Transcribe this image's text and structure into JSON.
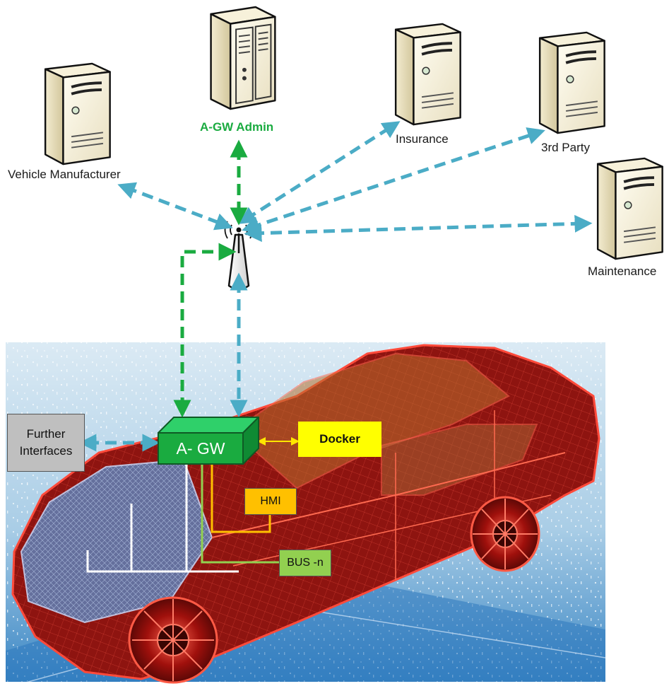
{
  "servers": {
    "vehicle_manufacturer": "Vehicle Manufacturer",
    "agw_admin": "A-GW Admin",
    "insurance": "Insurance",
    "third_party": "3rd Party",
    "maintenance": "Maintenance"
  },
  "vehicle": {
    "gateway_label": "A- GW",
    "docker_label": "Docker",
    "hmi_label": "HMI",
    "bus_label": "BUS -n",
    "further_interfaces_label": "Further Interfaces"
  },
  "colors": {
    "cloud_link": "#4bacc6",
    "admin_link": "#1aab40",
    "gateway": "#1aab40",
    "docker": "#ffff00",
    "hmi": "#ffc000",
    "bus": "#92d050",
    "further_interfaces": "#bfbfbf",
    "car_body": "#c0201b"
  }
}
